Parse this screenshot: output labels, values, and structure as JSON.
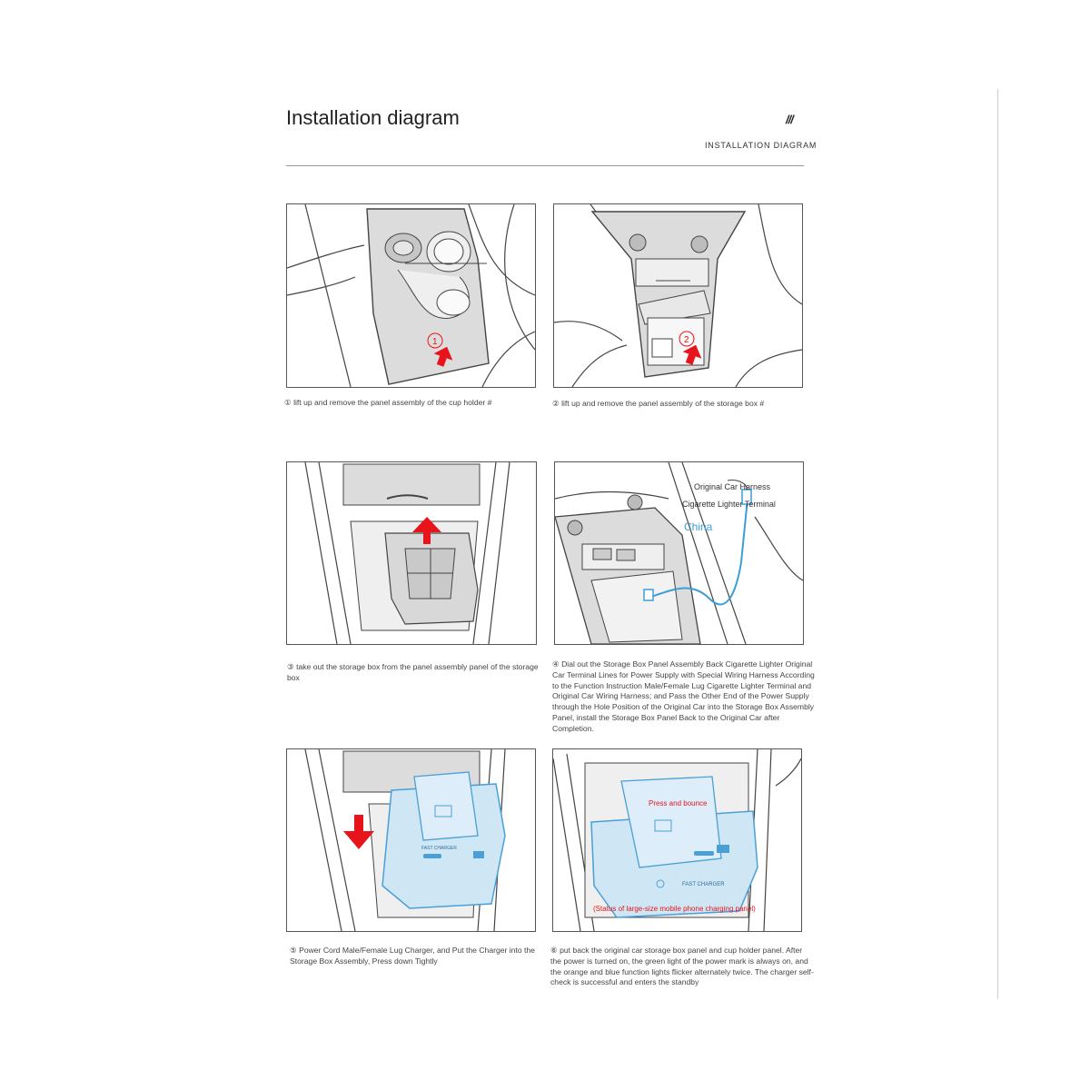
{
  "header": {
    "title": "Installation diagram",
    "mark": "///",
    "subtitle": "INSTALLATION DIAGRAM"
  },
  "steps": [
    {
      "num": "①",
      "caption": "① lift up and remove the panel assembly of the cup holder #"
    },
    {
      "num": "②",
      "caption": "② lift up and remove the panel assembly of the storage box #"
    },
    {
      "num": "③",
      "caption": "③ take out the storage box from the panel assembly panel of the storage box"
    },
    {
      "num": "④",
      "caption": "④ Dial out the Storage Box Panel Assembly Back Cigarette Lighter Original Car Terminal Lines for Power Supply with Special Wiring Harness According to the Function Instruction Male/Female Lug Cigarette Lighter Terminal and Original Car Wiring Harness; and Pass the Other End of the Power Supply through the Hole Position of the Original Car into the Storage Box Assembly Panel, install the Storage Box Panel Back to the Original Car after Completion."
    },
    {
      "num": "⑤",
      "caption": "⑤ Power Cord Male/Female Lug Charger, and Put the Charger into the Storage Box Assembly, Press down Tightly"
    },
    {
      "num": "⑥",
      "caption": "⑥ put back the original car storage box panel and cup holder panel. After the power is turned on, the green light of the power mark is always on, and the orange and blue function lights flicker alternately twice. The charger self-check is successful and enters the standby"
    }
  ],
  "callouts": {
    "original_harness": "Original Car Harness",
    "cigarette_terminal": "Cigarette Lighter Terminal",
    "china": "China",
    "press_bounce": "Press and bounce",
    "status_panel": "(Status of large-size mobile phone charging panel)",
    "fast_charger": "FAST CHARGER"
  },
  "colors": {
    "arrow_red": "#e8141b",
    "cable_blue": "#3a9fd8",
    "charger_fill": "#cfe6f5",
    "charger_stroke": "#4a9fd6",
    "line": "#444444",
    "panel_grey": "#dcdcdc"
  }
}
